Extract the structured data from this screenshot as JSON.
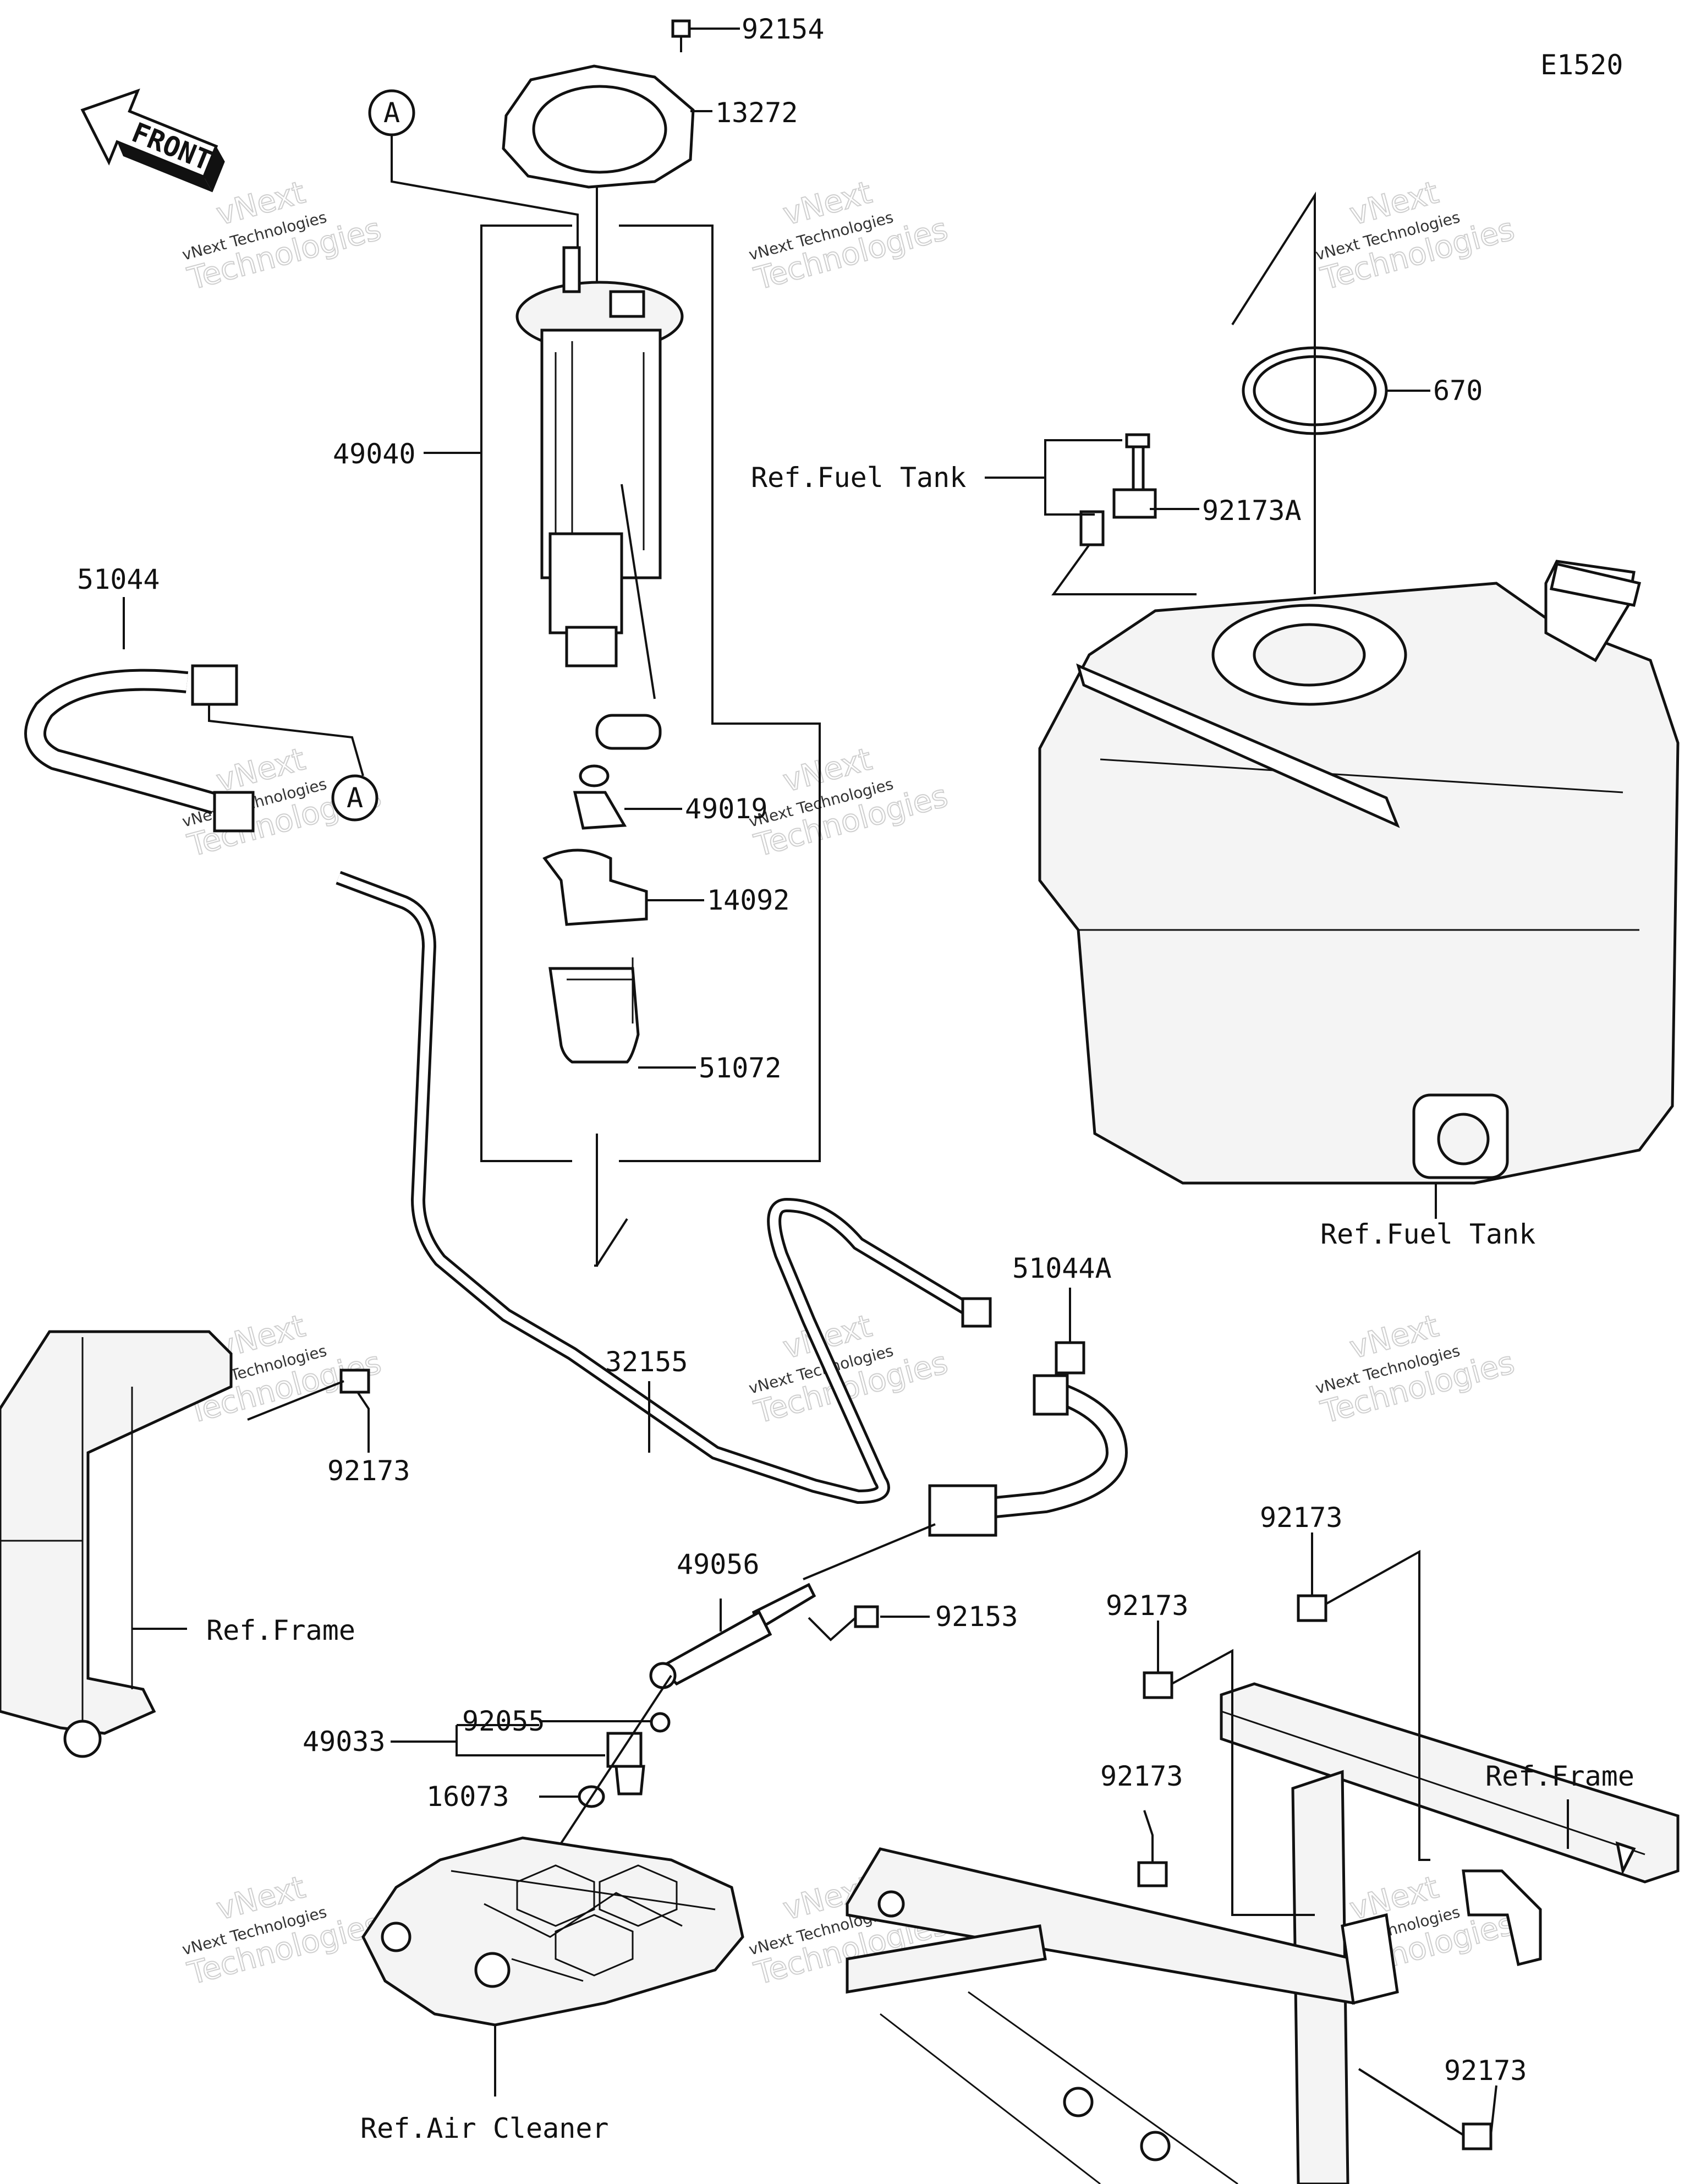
{
  "diagram_code": "E1520",
  "front_label": "FRONT",
  "ref_circle": "A",
  "parts": [
    {
      "id": "p92154",
      "label": "92154"
    },
    {
      "id": "p13272",
      "label": "13272"
    },
    {
      "id": "p49040",
      "label": "49040"
    },
    {
      "id": "p670",
      "label": "670"
    },
    {
      "id": "p92173A",
      "label": "92173A"
    },
    {
      "id": "p51044",
      "label": "51044"
    },
    {
      "id": "p49019",
      "label": "49019"
    },
    {
      "id": "p14092",
      "label": "14092"
    },
    {
      "id": "p51072",
      "label": "51072"
    },
    {
      "id": "p51044A",
      "label": "51044A"
    },
    {
      "id": "p32155",
      "label": "32155"
    },
    {
      "id": "p92173_a",
      "label": "92173"
    },
    {
      "id": "p49056",
      "label": "49056"
    },
    {
      "id": "p92153",
      "label": "92153"
    },
    {
      "id": "p92055",
      "label": "92055"
    },
    {
      "id": "p49033",
      "label": "49033"
    },
    {
      "id": "p16073",
      "label": "16073"
    },
    {
      "id": "p92173_b",
      "label": "92173"
    },
    {
      "id": "p92173_c",
      "label": "92173"
    },
    {
      "id": "p92173_d",
      "label": "92173"
    },
    {
      "id": "p92173_e",
      "label": "92173"
    }
  ],
  "refs": {
    "fuel_tank_top": "Ref.Fuel Tank",
    "fuel_tank_bottom": "Ref.Fuel Tank",
    "frame_left": "Ref.Frame",
    "frame_right": "Ref.Frame",
    "air_cleaner": "Ref.Air Cleaner"
  },
  "watermark": {
    "line1": "vNext",
    "line2": "vNext Technologies",
    "line3": "Technologies"
  }
}
